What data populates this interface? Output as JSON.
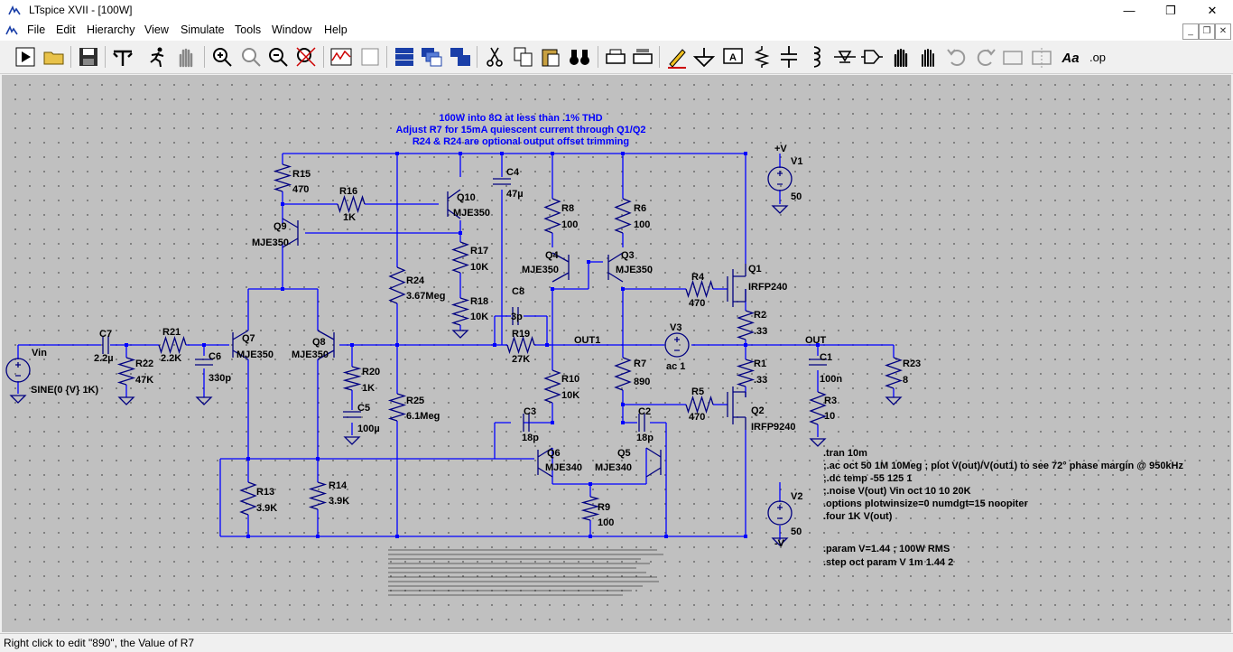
{
  "window": {
    "title": "LTspice XVII - [100W]",
    "minimize": "—",
    "maximize": "❐",
    "close": "✕"
  },
  "menu": [
    "File",
    "Edit",
    "Hierarchy",
    "View",
    "Simulate",
    "Tools",
    "Window",
    "Help"
  ],
  "mdi": {
    "min": "_",
    "restore": "❐",
    "close": "✕"
  },
  "toolbar": {
    "font_label": "Aa",
    "op_label": ".op"
  },
  "notes": [
    "100W into 8Ω at less than  .1% THD",
    "Adjust R7 for 15mA quiescent current through Q1/Q2",
    "R24 & R24 are optional output offset trimming"
  ],
  "components": [
    {
      "id": "r15",
      "name": "R15",
      "value": "470"
    },
    {
      "id": "r16",
      "name": "R16",
      "value": "1K"
    },
    {
      "id": "q10",
      "name": "Q10",
      "value": "MJE350"
    },
    {
      "id": "c4",
      "name": "C4",
      "value": "47µ"
    },
    {
      "id": "q9",
      "name": "Q9",
      "value": "MJE350"
    },
    {
      "id": "r17",
      "name": "R17",
      "value": "10K"
    },
    {
      "id": "r24",
      "name": "R24",
      "value": "3.67Meg"
    },
    {
      "id": "r18",
      "name": "R18",
      "value": "10K"
    },
    {
      "id": "r8",
      "name": "R8",
      "value": "100"
    },
    {
      "id": "r6",
      "name": "R6",
      "value": "100"
    },
    {
      "id": "q4",
      "name": "Q4",
      "value": "MJE350"
    },
    {
      "id": "q3",
      "name": "Q3",
      "value": "MJE350"
    },
    {
      "id": "r4",
      "name": "R4",
      "value": "470"
    },
    {
      "id": "q1",
      "name": "Q1",
      "value": "IRFP240"
    },
    {
      "id": "r2",
      "name": "R2",
      "value": ".33"
    },
    {
      "id": "v1",
      "name": "V1",
      "value": "50"
    },
    {
      "id": "c7",
      "name": "C7",
      "value": "2.2µ"
    },
    {
      "id": "r21",
      "name": "R21",
      "value": "2.2K"
    },
    {
      "id": "r22",
      "name": "R22",
      "value": "47K"
    },
    {
      "id": "c6",
      "name": "C6",
      "value": "330p"
    },
    {
      "id": "q7",
      "name": "Q7",
      "value": "MJE350"
    },
    {
      "id": "q8",
      "name": "Q8",
      "value": "MJE350"
    },
    {
      "id": "c8",
      "name": "C8",
      "value": "3p"
    },
    {
      "id": "r19",
      "name": "R19",
      "value": "27K"
    },
    {
      "id": "v3",
      "name": "V3",
      "value": "ac 1"
    },
    {
      "id": "r1",
      "name": "R1",
      "value": ".33"
    },
    {
      "id": "c1",
      "name": "C1",
      "value": "100n"
    },
    {
      "id": "r23",
      "name": "R23",
      "value": "8"
    },
    {
      "id": "r20",
      "name": "R20",
      "value": "1K"
    },
    {
      "id": "c5",
      "name": "C5",
      "value": "100µ"
    },
    {
      "id": "r25",
      "name": "R25",
      "value": "6.1Meg"
    },
    {
      "id": "r10",
      "name": "R10",
      "value": "10K"
    },
    {
      "id": "r7",
      "name": "R7",
      "value": "890"
    },
    {
      "id": "r5",
      "name": "R5",
      "value": "470"
    },
    {
      "id": "q2",
      "name": "Q2",
      "value": "IRFP9240"
    },
    {
      "id": "r3",
      "name": "R3",
      "value": "10"
    },
    {
      "id": "c3",
      "name": "C3",
      "value": "18p"
    },
    {
      "id": "c2",
      "name": "C2",
      "value": "18p"
    },
    {
      "id": "q6",
      "name": "Q6",
      "value": "MJE340"
    },
    {
      "id": "q5",
      "name": "Q5",
      "value": "MJE340"
    },
    {
      "id": "r13",
      "name": "R13",
      "value": "3.9K"
    },
    {
      "id": "r14",
      "name": "R14",
      "value": "3.9K"
    },
    {
      "id": "r9",
      "name": "R9",
      "value": "100"
    },
    {
      "id": "v2",
      "name": "V2",
      "value": "50"
    }
  ],
  "labels": {
    "vin": "Vin",
    "sine": "SINE(0 {V} 1K)",
    "out1": "OUT1",
    "out": "OUT",
    "vplus": "+V",
    "vminus": "-V"
  },
  "directives": [
    ".tran 10m",
    ";.ac oct 50 1M 10Meg ; plot V(out)/V(out1) to see 72° phase margin @ 950kHz",
    ";.dc temp -55 125 1",
    ";.noise V(out) Vin oct 10 10 20K",
    ".options plotwinsize=0 numdgt=15 noopiter",
    ".four 1K V(out)",
    ".param V=1.44 ; 100W RMS",
    ".step oct param V 1m 1.44 2"
  ],
  "colors": {
    "wire": "#0000ff",
    "component": "#000080",
    "text": "#000000",
    "note": "#0000ff",
    "canvas": "#c0c0c0"
  },
  "status": "Right click to edit \"890\", the Value of R7"
}
